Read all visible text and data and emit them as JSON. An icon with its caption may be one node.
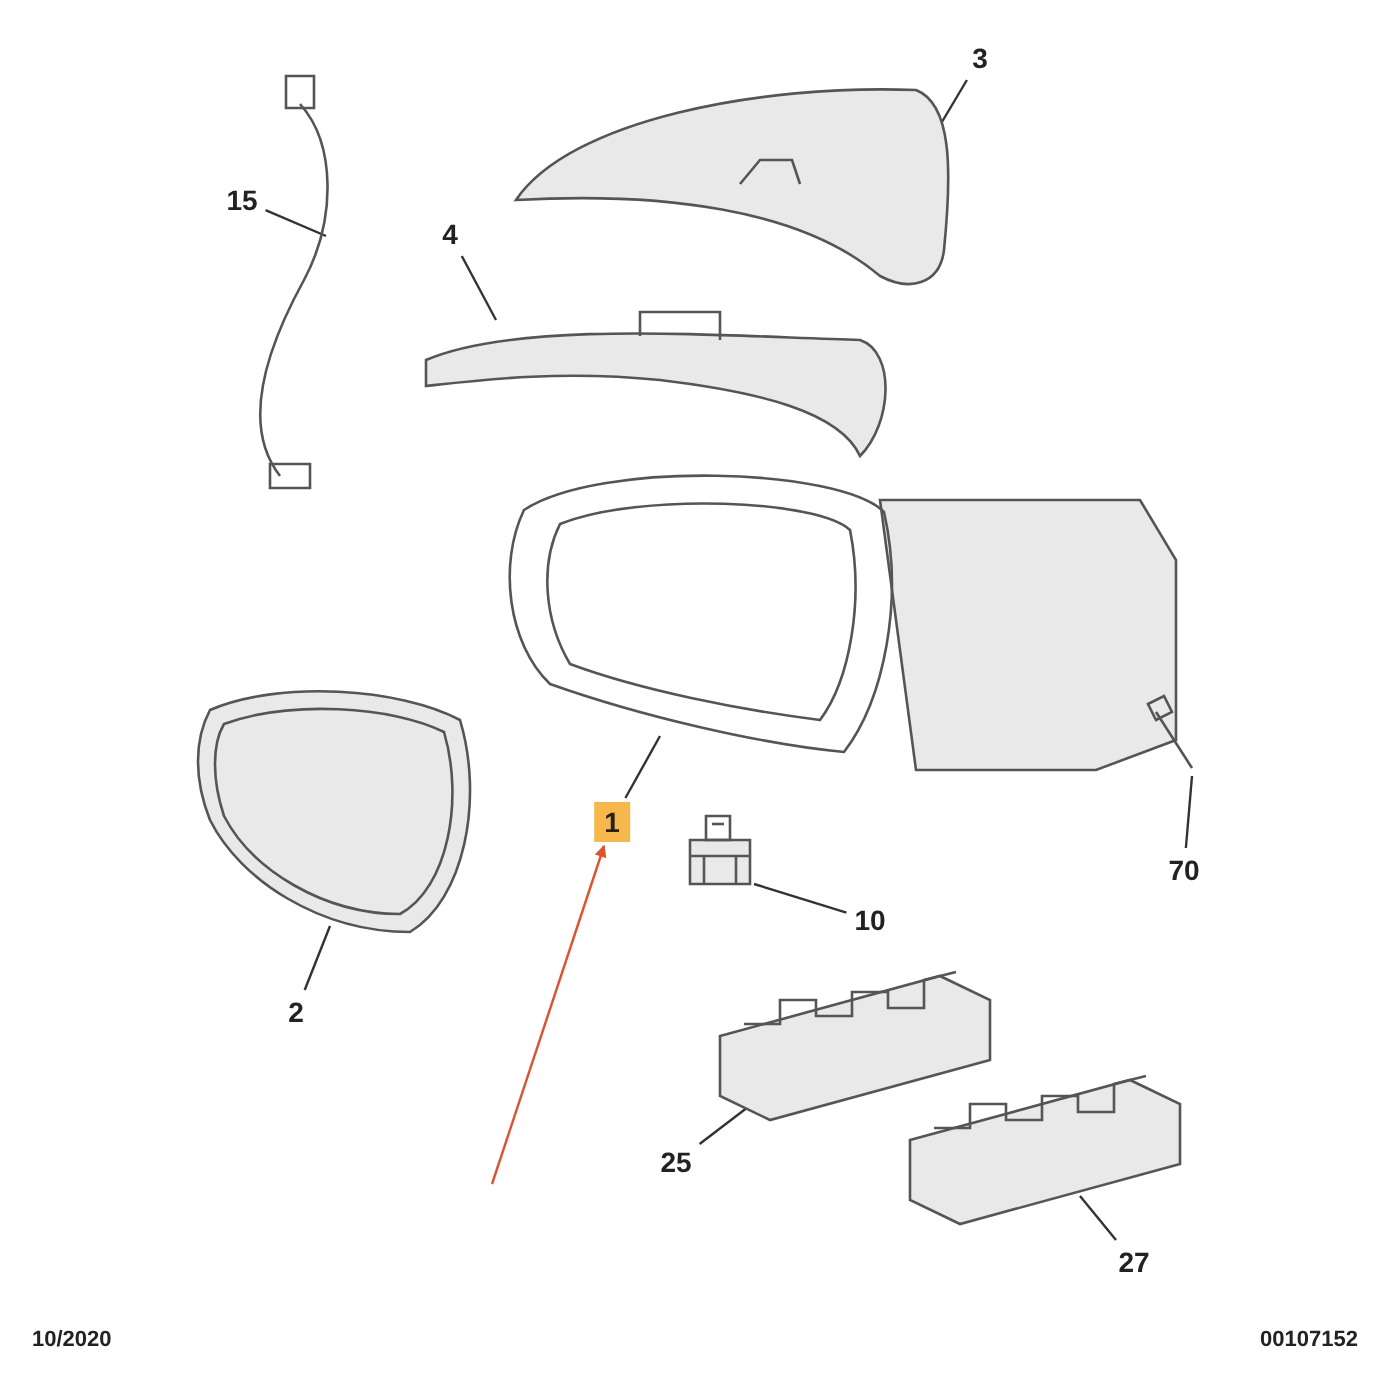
{
  "diagram": {
    "nodes": [
      {
        "text": [
          "15"
        ]
      },
      {
        "text": [],
        "shape": "picture"
      },
      {
        "text": [
          "3"
        ]
      },
      {
        "text": [],
        "shape": "picture"
      },
      {
        "text": [
          "4"
        ]
      },
      {
        "text": [],
        "shape": "picture"
      },
      {
        "text": [],
        "shape": "picture"
      },
      {
        "text": [
          "1"
        ]
      },
      {
        "text": [],
        "shape": "picture"
      },
      {
        "text": [
          "2"
        ]
      },
      {
        "text": [],
        "shape": "picture"
      },
      {
        "text": [
          "70"
        ]
      },
      {
        "text": [],
        "shape": "picture"
      },
      {
        "text": [
          "10"
        ]
      },
      {
        "text": [],
        "shape": "picture"
      },
      {
        "text": [
          "25"
        ]
      },
      {
        "text": [],
        "shape": "picture"
      },
      {
        "text": [
          "27"
        ]
      }
    ],
    "edges": [
      {
        "from": 0,
        "to": 1,
        "arrow": "none"
      },
      {
        "from": 2,
        "to": 3,
        "arrow": "none"
      },
      {
        "from": 4,
        "to": 5,
        "arrow": "none"
      },
      {
        "from": 7,
        "to": 6,
        "arrow": "none"
      },
      {
        "from": 9,
        "to": 8,
        "arrow": "none"
      },
      {
        "from": 11,
        "to": 10,
        "arrow": "none"
      },
      {
        "from": 13,
        "to": 12,
        "arrow": "none"
      },
      {
        "from": 15,
        "to": 14,
        "arrow": "none"
      },
      {
        "from": 17,
        "to": 16,
        "arrow": "none"
      },
      {
        "from": null,
        "to": 7,
        "arrow": "to",
        "color": "#e0502c"
      }
    ],
    "labels": [
      "10/2020",
      "00107152"
    ]
  }
}
